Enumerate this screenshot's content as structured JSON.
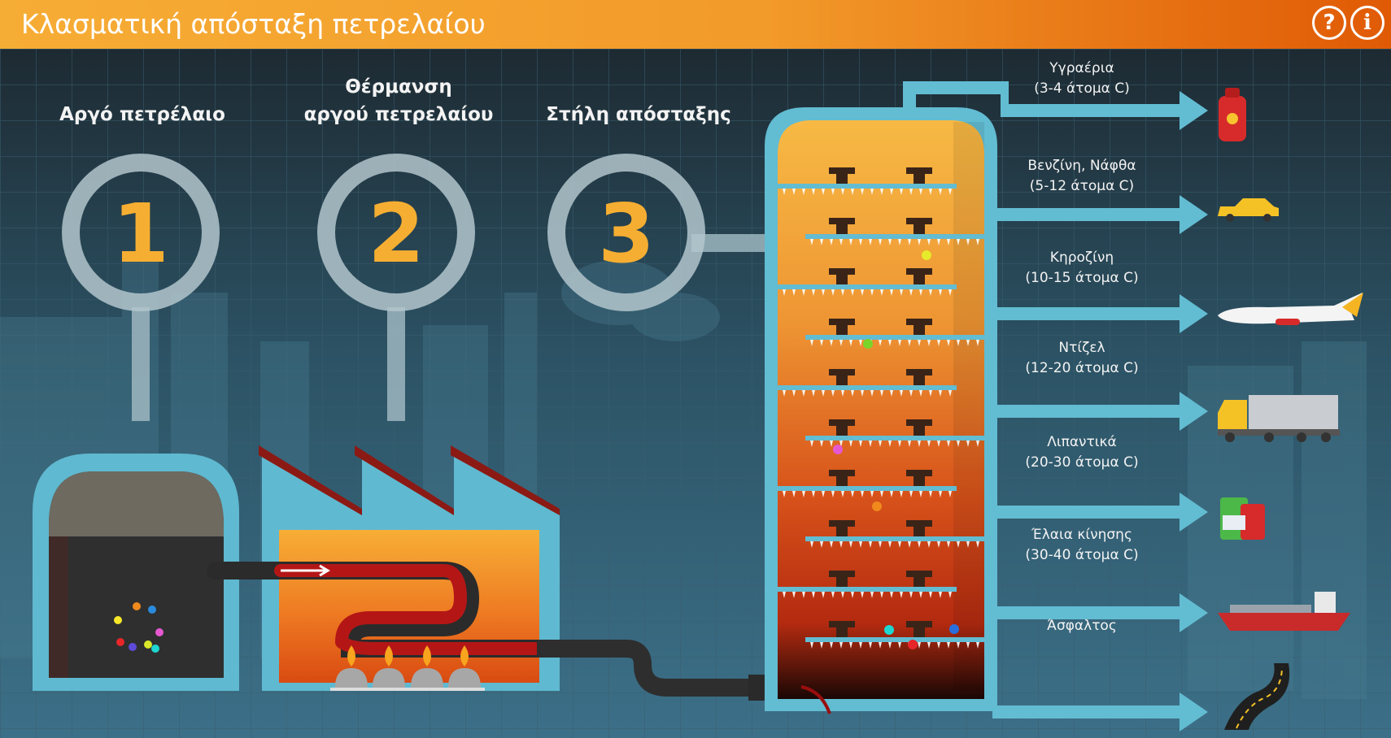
{
  "header": {
    "title": "Κλασματική απόσταξη πετρελαίου",
    "help_label": "?",
    "info_label": "i"
  },
  "steps": [
    {
      "number": "1",
      "label": "Αργό πετρέλαιο"
    },
    {
      "number": "2",
      "label_line1": "Θέρμανση",
      "label_line2": "αργού πετρελαίου"
    },
    {
      "number": "3",
      "label": "Στήλη απόσταξης"
    }
  ],
  "fractions": [
    {
      "name": "Υγραέρια",
      "carbons": "(3-4 άτομα C)",
      "icon": "gas-cylinder-icon"
    },
    {
      "name": "Βενζίνη, Νάφθα",
      "carbons": "(5-12 άτομα C)",
      "icon": "car-icon"
    },
    {
      "name": "Κηροζίνη",
      "carbons": "(10-15 άτομα C)",
      "icon": "airplane-icon"
    },
    {
      "name": "Ντίζελ",
      "carbons": "(12-20 άτομα C)",
      "icon": "truck-icon"
    },
    {
      "name": "Λιπαντικά",
      "carbons": "(20-30 άτομα C)",
      "icon": "lubricant-bottles-icon"
    },
    {
      "name": "Έλαια κίνησης",
      "carbons": "(30-40 άτομα C)",
      "icon": "ship-icon"
    },
    {
      "name": "Άσφαλτος",
      "carbons": "",
      "icon": "road-icon"
    }
  ],
  "colors": {
    "header_start": "#f6ad35",
    "header_end": "#e05a05",
    "accent_blue": "#62bcd2",
    "number_orange": "#f6ae32",
    "pipe_dark": "#2e2e2e"
  }
}
